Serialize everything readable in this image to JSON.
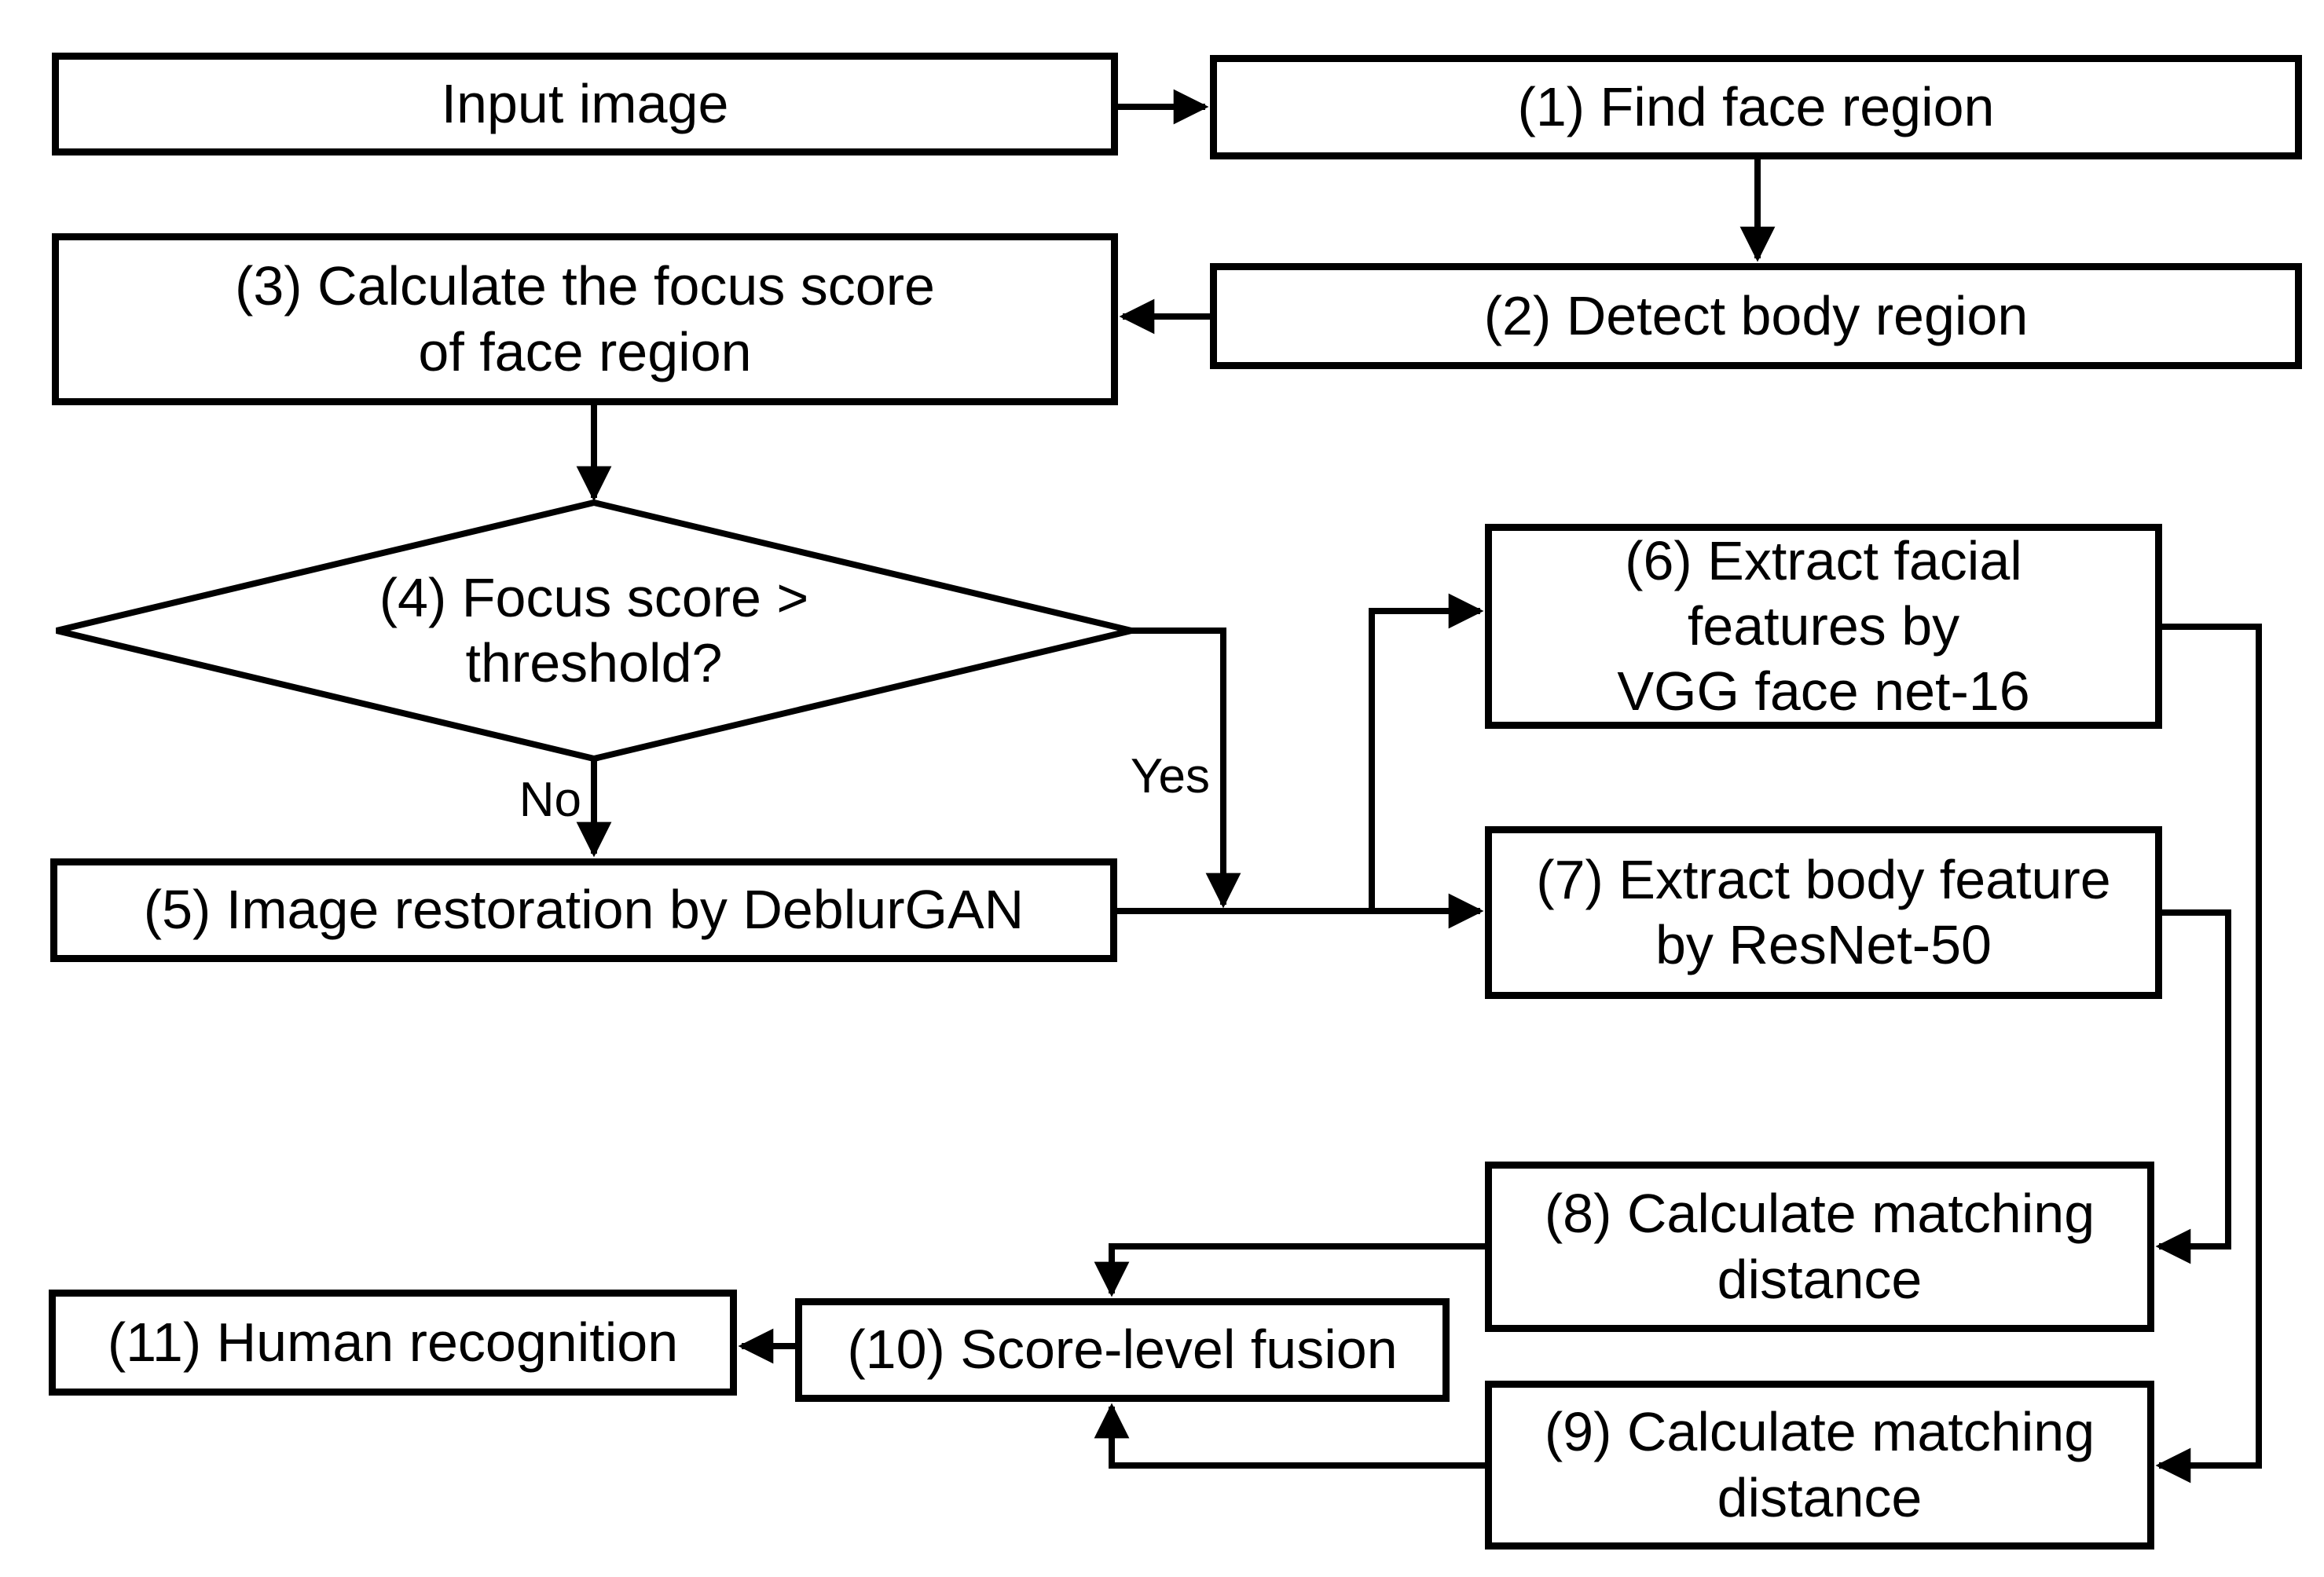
{
  "diagram": {
    "kind": "flowchart",
    "colors": {
      "ink": "#000000",
      "paper": "#ffffff"
    },
    "nodes": {
      "input": {
        "label": "Input image"
      },
      "n1": {
        "label": "(1) Find face region"
      },
      "n2": {
        "label": "(2) Detect body region"
      },
      "n3": {
        "label": "(3) Calculate the focus score\nof face region"
      },
      "n4": {
        "label": "(4) Focus score >\nthreshold?"
      },
      "n5": {
        "label": "(5) Image restoration by DeblurGAN"
      },
      "n6": {
        "label": "(6) Extract facial\nfeatures by\nVGG face net-16"
      },
      "n7": {
        "label": "(7) Extract body feature\nby ResNet-50"
      },
      "n8": {
        "label": "(8) Calculate matching\ndistance"
      },
      "n9": {
        "label": "(9) Calculate matching\ndistance"
      },
      "n10": {
        "label": "(10) Score-level fusion"
      },
      "n11": {
        "label": "(11) Human recognition"
      }
    },
    "edges": {
      "yes_label": "Yes",
      "no_label": "No"
    }
  }
}
